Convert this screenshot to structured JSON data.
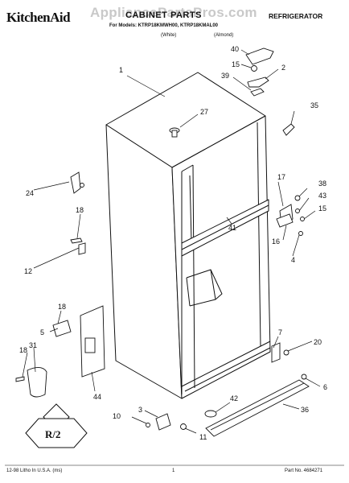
{
  "header": {
    "brand": "KitchenAid",
    "watermark": "AppliancePartsPros.com",
    "title": "CABINET PARTS",
    "category": "REFRIGERATOR",
    "models": "For Models: KTRP18KMWH00, KTRP18KMAL00",
    "variant_white": "(White)",
    "variant_almond": "(Almond)"
  },
  "labels": [
    {
      "id": "40",
      "text": "40"
    },
    {
      "id": "15a",
      "text": "15"
    },
    {
      "id": "2",
      "text": "2"
    },
    {
      "id": "39",
      "text": "39"
    },
    {
      "id": "1",
      "text": "1"
    },
    {
      "id": "27",
      "text": "27"
    },
    {
      "id": "35",
      "text": "35"
    },
    {
      "id": "24",
      "text": "24"
    },
    {
      "id": "17",
      "text": "17"
    },
    {
      "id": "38",
      "text": "38"
    },
    {
      "id": "43",
      "text": "43"
    },
    {
      "id": "15b",
      "text": "15"
    },
    {
      "id": "18a",
      "text": "18"
    },
    {
      "id": "41",
      "text": "41"
    },
    {
      "id": "16",
      "text": "16"
    },
    {
      "id": "4",
      "text": "4"
    },
    {
      "id": "12",
      "text": "12"
    },
    {
      "id": "18b",
      "text": "18"
    },
    {
      "id": "5",
      "text": "5"
    },
    {
      "id": "7",
      "text": "7"
    },
    {
      "id": "20",
      "text": "20"
    },
    {
      "id": "18c",
      "text": "18"
    },
    {
      "id": "31",
      "text": "31"
    },
    {
      "id": "6",
      "text": "6"
    },
    {
      "id": "44",
      "text": "44"
    },
    {
      "id": "42",
      "text": "42"
    },
    {
      "id": "36",
      "text": "36"
    },
    {
      "id": "3",
      "text": "3"
    },
    {
      "id": "10",
      "text": "10"
    },
    {
      "id": "11",
      "text": "11"
    }
  ],
  "logo": {
    "text": "R/2"
  },
  "footer": {
    "left": "12-98 Litho In U.S.A. (ms)",
    "center": "1",
    "right": "Part No. 4684271"
  },
  "colors": {
    "line": "#111111",
    "watermark": "#c9c9c9"
  }
}
